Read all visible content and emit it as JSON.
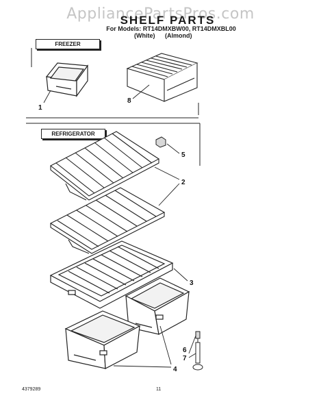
{
  "watermark": "AppliancePartsPros.com",
  "title": "SHELF PARTS",
  "models_line": "For Models: RT14DMXBW00, RT14DMXBL00",
  "variants": [
    "(White)",
    "(Almond)"
  ],
  "sections": {
    "freezer": "FREEZER",
    "refrigerator": "REFRIGERATOR"
  },
  "callouts": [
    "1",
    "8",
    "5",
    "2",
    "3",
    "6",
    "7",
    "4"
  ],
  "footer": {
    "code": "4379289",
    "page": "11"
  }
}
